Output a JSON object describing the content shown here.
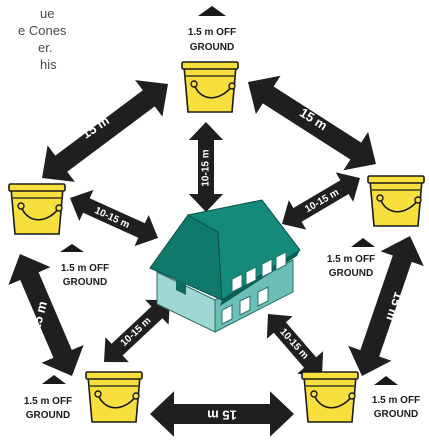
{
  "intro_text": {
    "line1": "ue",
    "line2": "e Cones",
    "line3": "er.",
    "line4": "his"
  },
  "trap_label": {
    "line1": "1.5 m OFF",
    "line2": "GROUND"
  },
  "distances": {
    "outer": "15 m",
    "inner": "10-15 m"
  },
  "colors": {
    "bucket": "#f7df3d",
    "bucket_outline": "#1a1a1a",
    "arrow": "#1f1f1f",
    "roof": "#0f7a6c",
    "house_wall": "#9fd8d2",
    "house_side": "#6cbfb7"
  }
}
